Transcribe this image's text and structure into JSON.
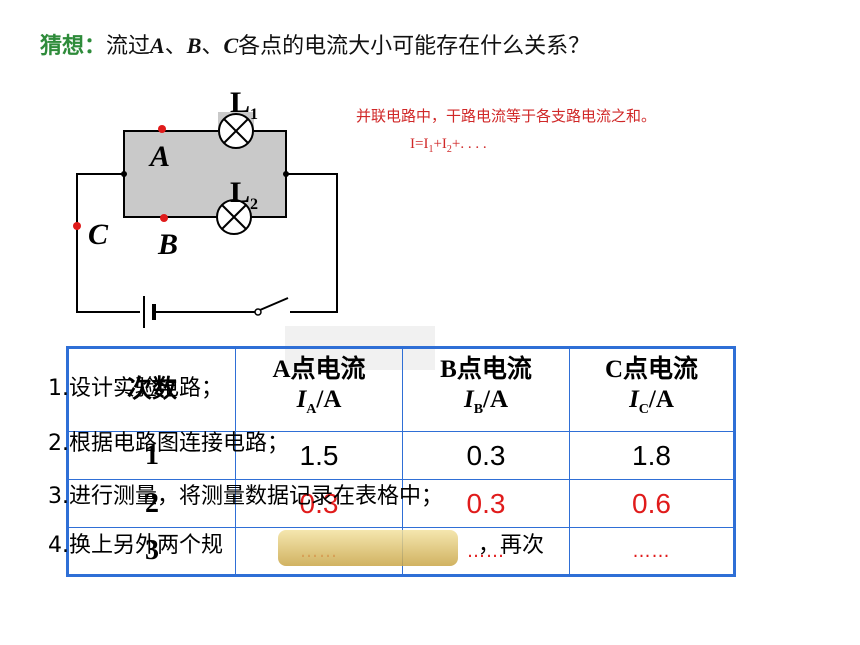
{
  "title": {
    "lead": "猜想",
    "colon": "：",
    "t1": "流过",
    "a": "A",
    "sep1": "、",
    "b": "B",
    "sep2": "、",
    "c": "C",
    "t2": "各点的电流大小可能存在什么关系？"
  },
  "circuit": {
    "label_a": "A",
    "label_b": "B",
    "label_c": "C",
    "lamp1": "L",
    "lamp1_sub": "1",
    "lamp2": "L",
    "lamp2_sub": "2"
  },
  "conclusion": {
    "text": "并联电路中，干路电流等于各支路电流之和。",
    "formula_prefix": "I=I",
    "sub1": "1",
    "plus": "+I",
    "sub2": "2",
    "tail": "+. . . ."
  },
  "table": {
    "col0": "次数",
    "col1_line1": "A点电流",
    "col1_sym": "I",
    "col1_sub": "A",
    "col1_unit": "/A",
    "col2_line1": "B点电流",
    "col2_sym": "I",
    "col2_sub": "B",
    "col2_unit": "/A",
    "col3_line1": "C点电流",
    "col3_sym": "I",
    "col3_sub": "C",
    "col3_unit": "/A",
    "rows": [
      {
        "n": "1",
        "a": "1.5",
        "b": "0.3",
        "c": "1.8"
      },
      {
        "n": "2",
        "a": "0.3",
        "b": "0.3",
        "c": "0.6"
      },
      {
        "n": "3",
        "a": "……",
        "b": "……",
        "c": "……"
      }
    ]
  },
  "steps": [
    "1.设计实验电路；",
    "2.根据电路图连接电路；",
    "3.进行测量，将测量数据记录在表格中；",
    "4.换上另外两个规",
    "，再次"
  ],
  "colors": {
    "lead": "#2e8b3a",
    "red": "#e01b1b",
    "table_border": "#2f6fd6",
    "branch_fill": "#c9c9c9"
  }
}
